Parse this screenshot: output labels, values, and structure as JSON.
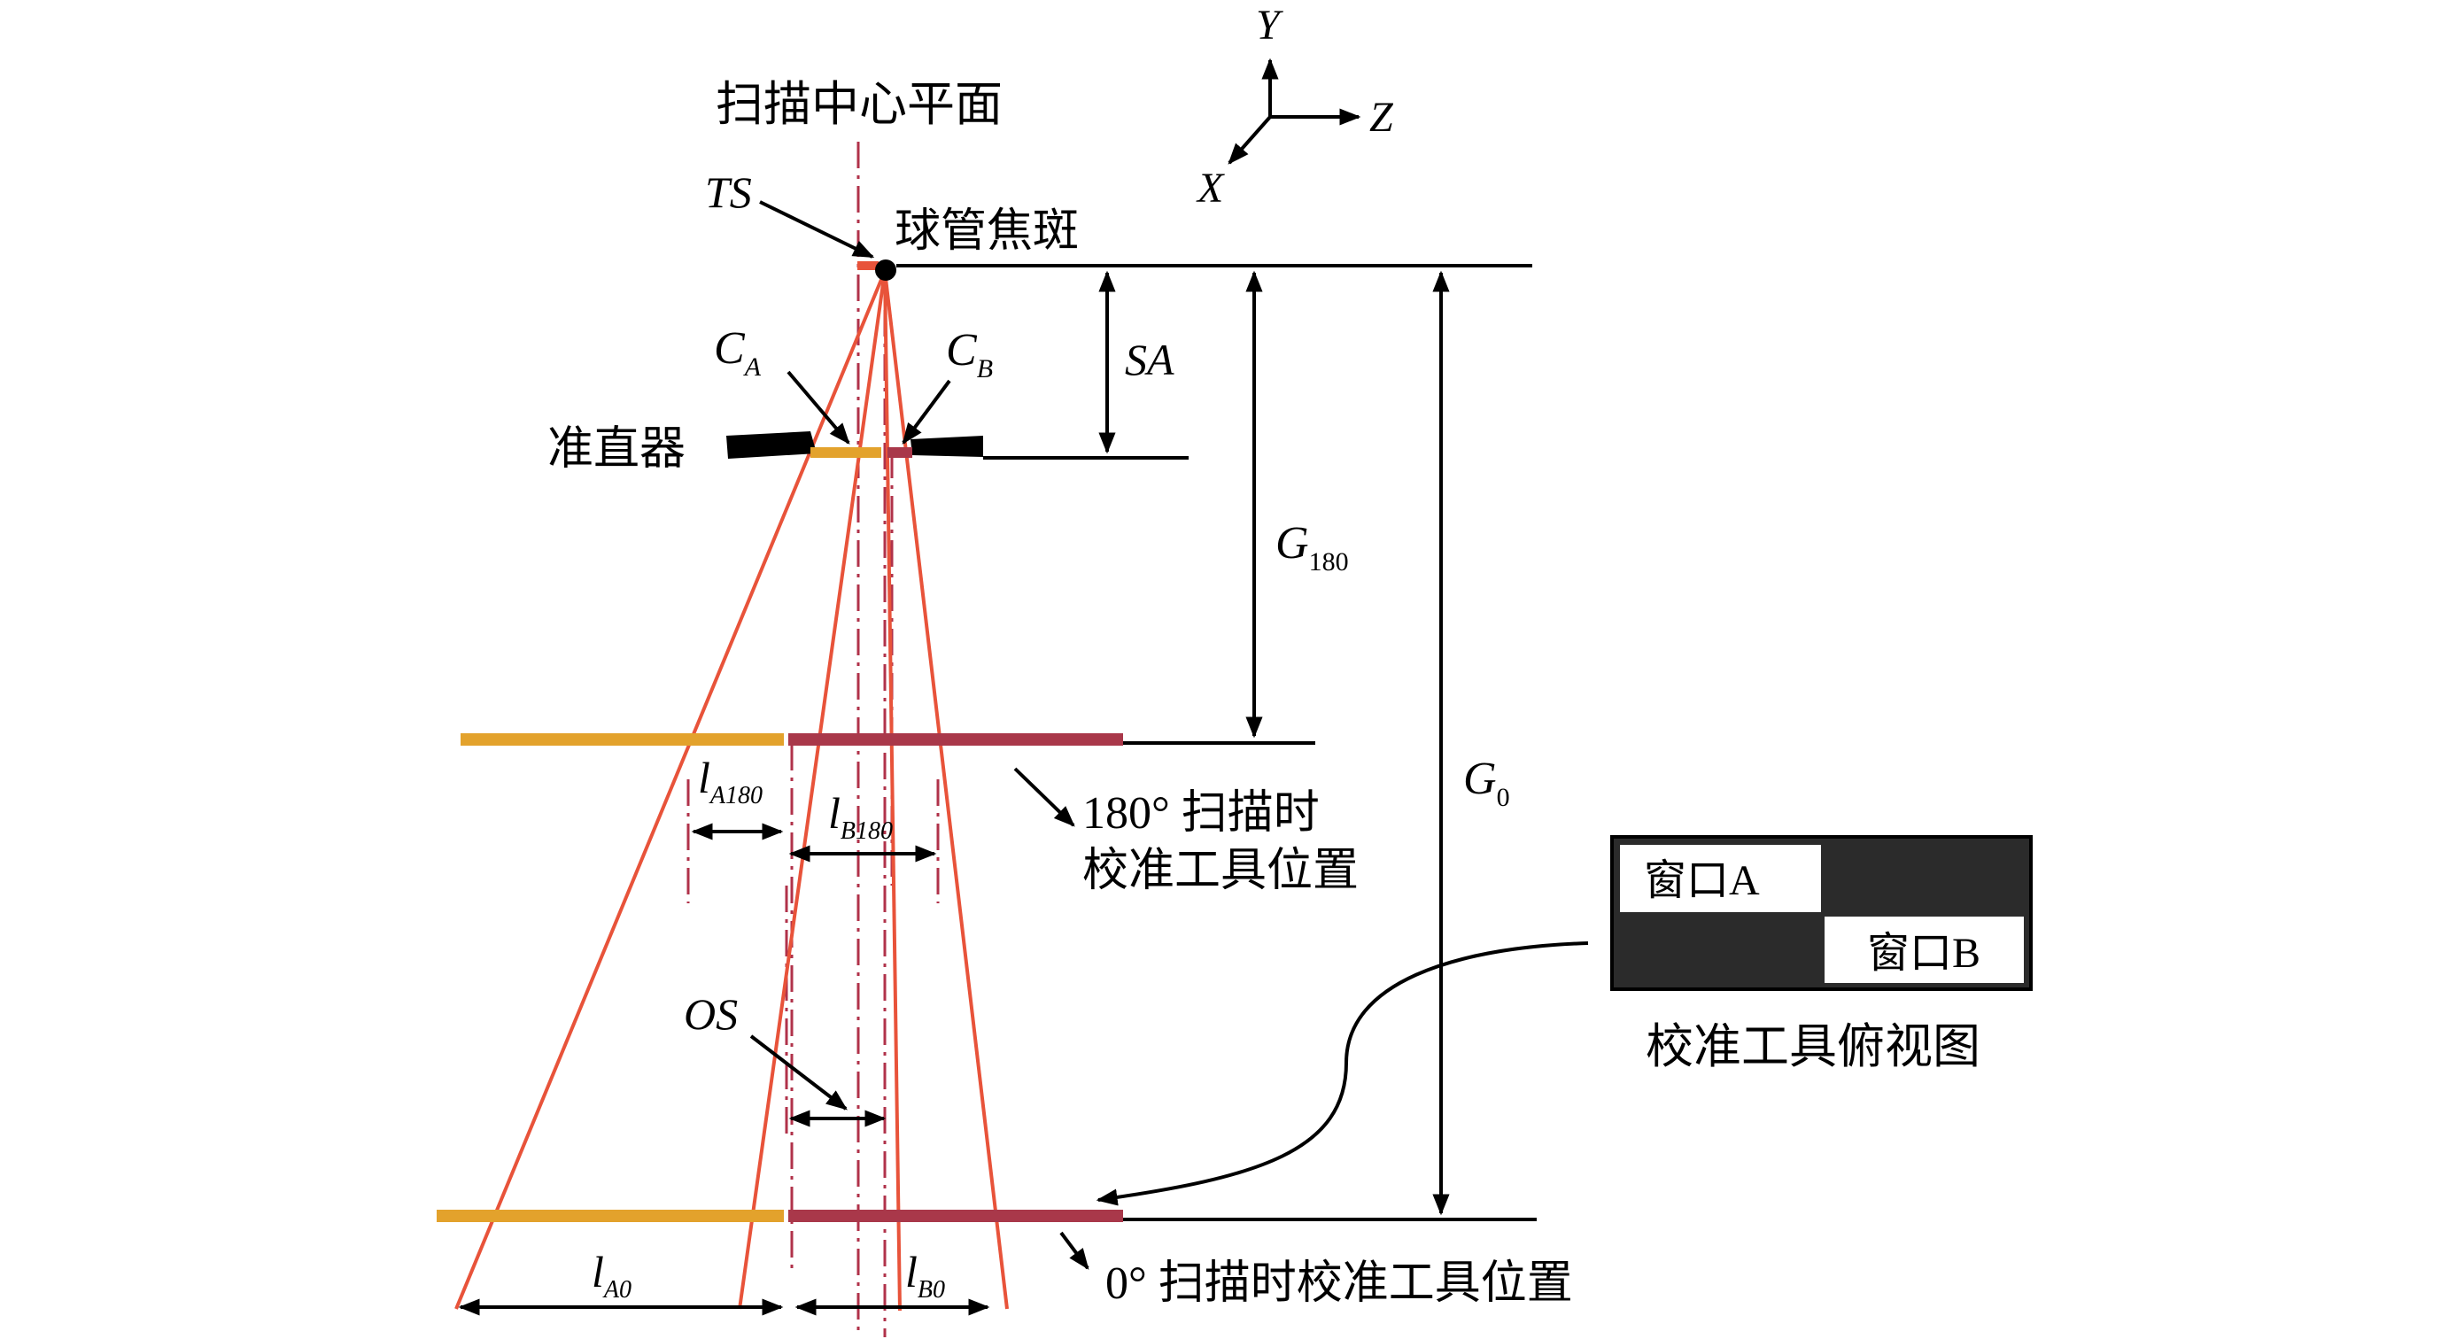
{
  "labels": {
    "scan_center_plane": "扫描中心平面",
    "ts": "TS",
    "focal_spot": "球管焦斑",
    "ca_main": "C",
    "ca_sub": "A",
    "cb_main": "C",
    "cb_sub": "B",
    "collimator": "准直器",
    "sa": "SA",
    "g180_main": "G",
    "g180_sub": "180",
    "g0_main": "G",
    "g0_sub": "0",
    "la180_main": "l",
    "la180_sub": "A180",
    "lb180_main": "l",
    "lb180_sub": "B180",
    "os": "OS",
    "la0_main": "l",
    "la0_sub": "A0",
    "lb0_main": "l",
    "lb0_sub": "B0",
    "pos180_line1": "180° 扫描时",
    "pos180_line2": "校准工具位置",
    "pos0": "0° 扫描时校准工具位置",
    "axis_y": "Y",
    "axis_z": "Z",
    "axis_x": "X"
  },
  "inset": {
    "window_a": "窗口A",
    "window_b": "窗口B",
    "caption": "校准工具俯视图"
  },
  "colors": {
    "ray_red": "#e8533a",
    "orange_bar": "#e3a22c",
    "maroon_bar": "#a9384a",
    "center_line": "#b0324a",
    "black": "#000000"
  }
}
